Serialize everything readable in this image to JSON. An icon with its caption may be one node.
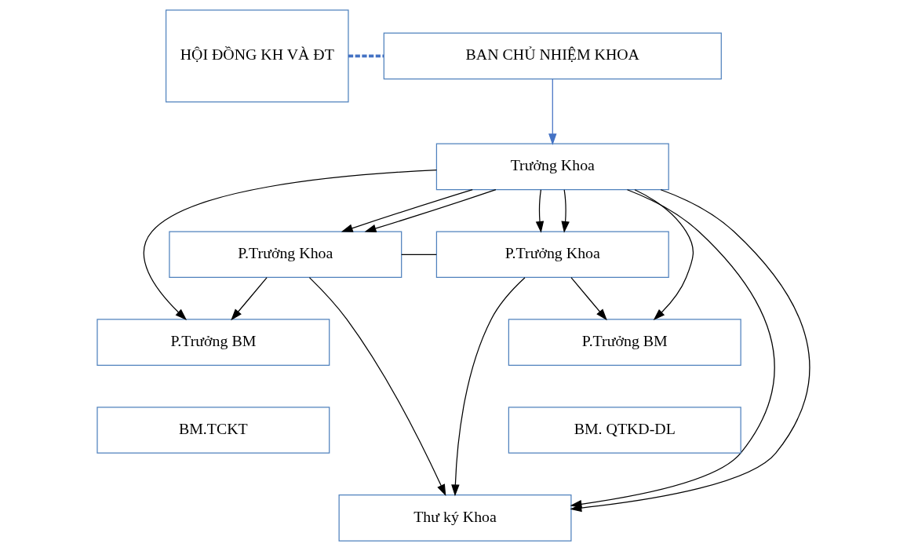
{
  "diagram": {
    "nodes": [
      {
        "text": [
          "HỘI ĐỒNG KH VÀ ĐT"
        ]
      },
      {
        "text": [
          "BAN CHỦ NHIỆM KHOA"
        ]
      },
      {
        "text": [
          "Trưởng Khoa"
        ]
      },
      {
        "text": [
          "P.Trưởng Khoa"
        ]
      },
      {
        "text": [
          "P.Trưởng Khoa"
        ]
      },
      {
        "text": [
          "P.Trưởng BM"
        ]
      },
      {
        "text": [
          "BM.TCKT"
        ]
      },
      {
        "text": [
          "P.Trưởng BM"
        ]
      },
      {
        "text": [
          "BM. QTKD-DL"
        ]
      },
      {
        "text": [
          "Thư ký Khoa"
        ]
      }
    ],
    "edges": [
      {
        "from": 0,
        "to": 1,
        "arrow": "none",
        "style": "dashed",
        "color": "#4472c4"
      },
      {
        "from": 1,
        "to": 2,
        "arrow": "to",
        "color": "#4472c4"
      },
      {
        "from": 2,
        "to": 3,
        "arrow": "to"
      },
      {
        "from": 2,
        "to": 4,
        "arrow": "to"
      },
      {
        "from": 2,
        "to": 3,
        "arrow": "to"
      },
      {
        "from": 2,
        "to": 5,
        "arrow": "to"
      },
      {
        "from": 2,
        "to": 9,
        "arrow": "to"
      },
      {
        "from": 2,
        "to": 4,
        "arrow": "to"
      },
      {
        "from": 2,
        "to": 7,
        "arrow": "to"
      },
      {
        "from": 2,
        "to": 9,
        "arrow": "to"
      },
      {
        "from": 3,
        "to": 4,
        "arrow": "none"
      },
      {
        "from": 3,
        "to": 9,
        "arrow": "to"
      },
      {
        "from": 4,
        "to": 9,
        "arrow": "to"
      },
      {
        "from": 3,
        "to": 5,
        "arrow": "to"
      },
      {
        "from": 4,
        "to": 7,
        "arrow": "to"
      }
    ]
  }
}
